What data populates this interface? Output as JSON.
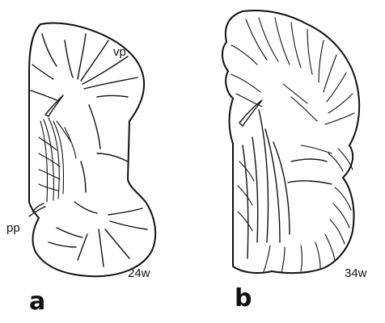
{
  "panels": [
    {
      "id": "a",
      "letter": "a",
      "annotations": {
        "vp": "vp",
        "pp": "pp",
        "age": "24w"
      }
    },
    {
      "id": "b",
      "letter": "b",
      "annotations": {
        "age": "34w"
      }
    }
  ]
}
